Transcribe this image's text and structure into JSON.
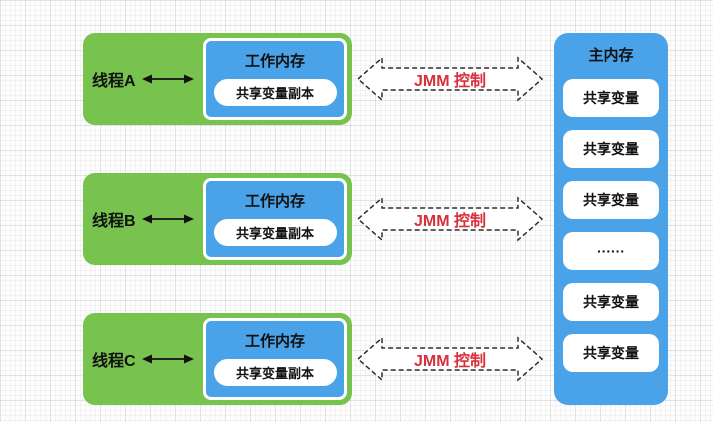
{
  "diagram": {
    "title_hint": "JMM memory model diagram",
    "threads": [
      {
        "label": "线程A",
        "working_memory_title": "工作内存",
        "copy_label": "共享变量副本",
        "jmm_label": "JMM 控制"
      },
      {
        "label": "线程B",
        "working_memory_title": "工作内存",
        "copy_label": "共享变量副本",
        "jmm_label": "JMM 控制"
      },
      {
        "label": "线程C",
        "working_memory_title": "工作内存",
        "copy_label": "共享变量副本",
        "jmm_label": "JMM 控制"
      }
    ],
    "main_memory": {
      "title": "主内存",
      "items": [
        "共享变量",
        "共享变量",
        "共享变量",
        "······",
        "共享变量",
        "共享变量"
      ]
    },
    "colors": {
      "thread_green": "#78C34E",
      "memory_blue": "#4AA3E8",
      "jmm_red": "#D8303A",
      "pill_white": "#FFFFFF",
      "text_black": "#111111"
    }
  }
}
